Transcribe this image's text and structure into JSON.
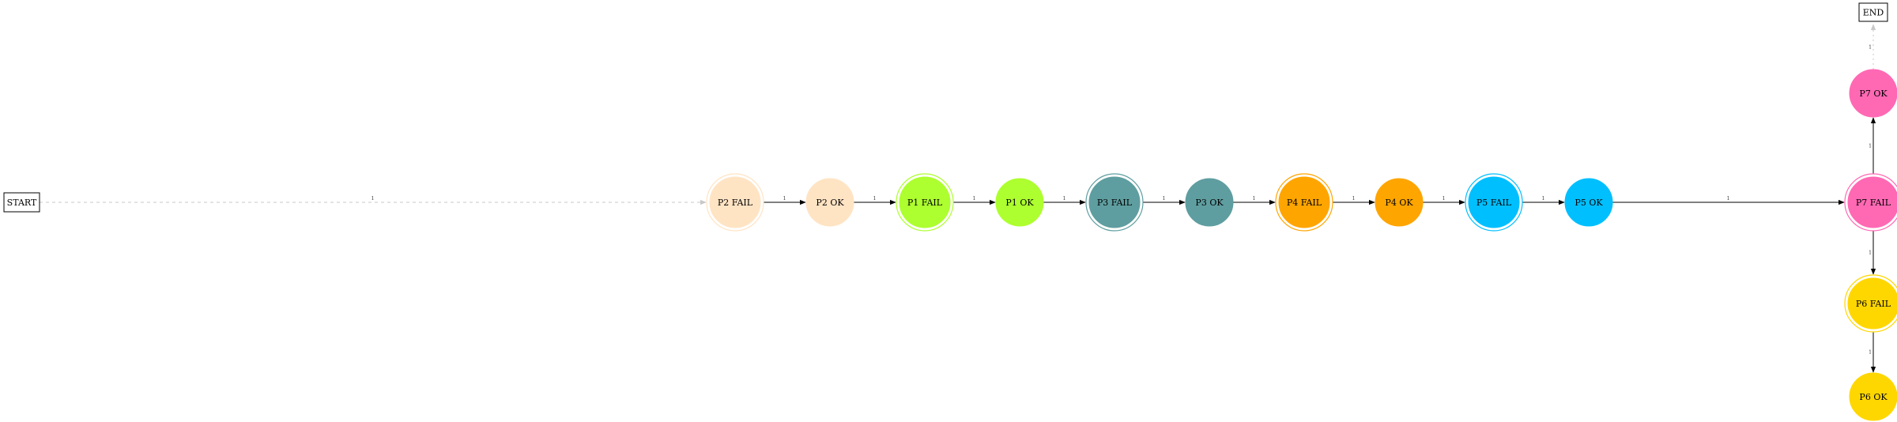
{
  "diagram": {
    "start_label": "START",
    "end_label": "END",
    "nodes": [
      {
        "id": "p2fail",
        "label": "P2 FAIL",
        "kind": "fail",
        "color": "#ffe4c4"
      },
      {
        "id": "p2ok",
        "label": "P2 OK",
        "kind": "ok",
        "color": "#ffe4c4"
      },
      {
        "id": "p1fail",
        "label": "P1 FAIL",
        "kind": "fail",
        "color": "#adff2f"
      },
      {
        "id": "p1ok",
        "label": "P1 OK",
        "kind": "ok",
        "color": "#adff2f"
      },
      {
        "id": "p3fail",
        "label": "P3 FAIL",
        "kind": "fail",
        "color": "#5f9ea0"
      },
      {
        "id": "p3ok",
        "label": "P3 OK",
        "kind": "ok",
        "color": "#5f9ea0"
      },
      {
        "id": "p4fail",
        "label": "P4 FAIL",
        "kind": "fail",
        "color": "#ffa500"
      },
      {
        "id": "p4ok",
        "label": "P4 OK",
        "kind": "ok",
        "color": "#ffa500"
      },
      {
        "id": "p5fail",
        "label": "P5 FAIL",
        "kind": "fail",
        "color": "#00bfff"
      },
      {
        "id": "p5ok",
        "label": "P5 OK",
        "kind": "ok",
        "color": "#00bfff"
      },
      {
        "id": "p7fail",
        "label": "P7 FAIL",
        "kind": "fail",
        "color": "#ff69b4"
      },
      {
        "id": "p7ok",
        "label": "P7 OK",
        "kind": "ok",
        "color": "#ff69b4"
      },
      {
        "id": "p6fail",
        "label": "P6 FAIL",
        "kind": "fail",
        "color": "#ffd700"
      },
      {
        "id": "p6ok",
        "label": "P6 OK",
        "kind": "ok",
        "color": "#ffd700"
      }
    ],
    "edges": [
      {
        "from": "start",
        "to": "p2fail",
        "label": "1",
        "style": "dashed"
      },
      {
        "from": "p2fail",
        "to": "p2ok",
        "label": "1",
        "style": "solid"
      },
      {
        "from": "p2ok",
        "to": "p1fail",
        "label": "1",
        "style": "solid"
      },
      {
        "from": "p1fail",
        "to": "p1ok",
        "label": "1",
        "style": "solid"
      },
      {
        "from": "p1ok",
        "to": "p3fail",
        "label": "1",
        "style": "solid"
      },
      {
        "from": "p3fail",
        "to": "p3ok",
        "label": "1",
        "style": "solid"
      },
      {
        "from": "p3ok",
        "to": "p4fail",
        "label": "1",
        "style": "solid"
      },
      {
        "from": "p4fail",
        "to": "p4ok",
        "label": "1",
        "style": "solid"
      },
      {
        "from": "p4ok",
        "to": "p5fail",
        "label": "1",
        "style": "solid"
      },
      {
        "from": "p5fail",
        "to": "p5ok",
        "label": "1",
        "style": "solid"
      },
      {
        "from": "p5ok",
        "to": "p7fail",
        "label": "1",
        "style": "solid"
      },
      {
        "from": "p7fail",
        "to": "p7ok",
        "label": "1",
        "style": "solid"
      },
      {
        "from": "p7fail",
        "to": "p6fail",
        "label": "1",
        "style": "solid"
      },
      {
        "from": "p6fail",
        "to": "p6ok",
        "label": "1",
        "style": "solid"
      },
      {
        "from": "p7ok",
        "to": "end",
        "label": "1",
        "style": "dotted"
      }
    ]
  }
}
